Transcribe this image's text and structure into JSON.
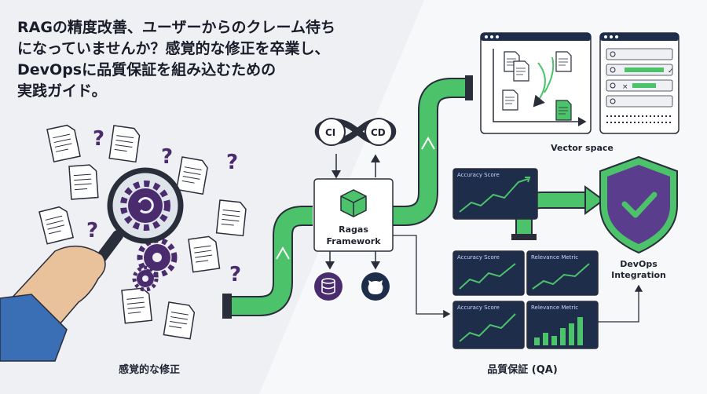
{
  "headline": "RAGの精度改善、ユーザーからのクレーム待ち\nになっていませんか？感覚的な修正を卒業し、\nDevOpsに品質保証を組み込むための\n実践ガイド。",
  "captions": {
    "manual_fix": "感覚的な修正",
    "qa": "品質保証 (QA)",
    "vector_space": "Vector space",
    "ragas_line1": "Ragas",
    "ragas_line2": "Framework",
    "devops_line1": "DevOps",
    "devops_line2": "Integration",
    "ci": "CI",
    "cd": "CD"
  },
  "monitors": {
    "accuracy": "Accuracy Score",
    "relevance": "Relevance Metric"
  },
  "icons": {
    "question": "?",
    "check": "✓",
    "close": "×"
  },
  "colors": {
    "pipe_green": "#4cc26b",
    "accent_purple": "#4a2c6e",
    "monitor_bg": "#1e2d4a",
    "shield_purple": "#5a3d8c"
  }
}
